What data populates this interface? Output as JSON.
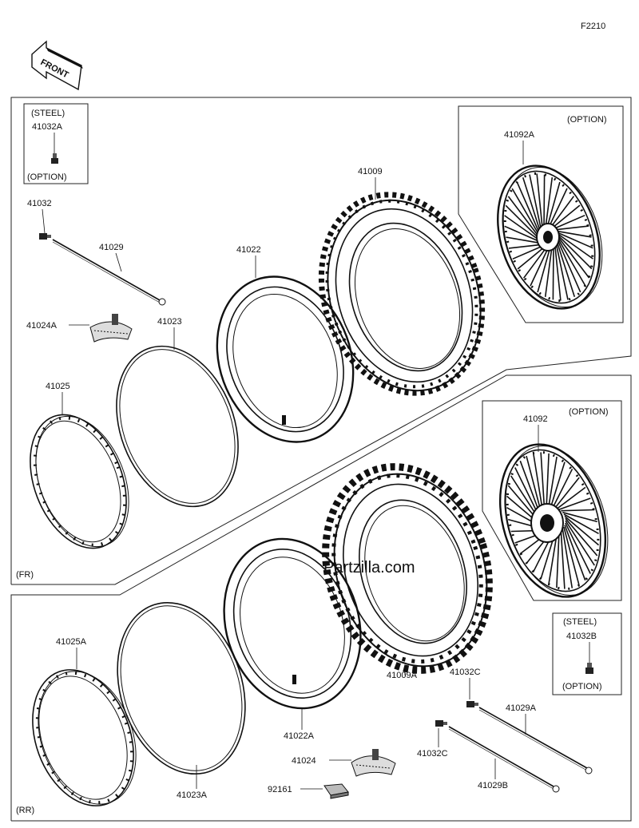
{
  "figure_code": "F2210",
  "front_arrow_label": "FRONT",
  "watermark": "Partzilla.com",
  "front_panel": {
    "tag": "(FR)",
    "steel_box": {
      "title": "(STEEL)",
      "part": "41032A",
      "note": "(OPTION)"
    },
    "option_label": "(OPTION)",
    "parts": {
      "valve": "41032",
      "spoke": "41029",
      "tube": "41022",
      "tire": "41009",
      "wheel": "41092A",
      "rim_band_guard": "41024A",
      "rim_band": "41023",
      "rim": "41025"
    }
  },
  "rear_panel": {
    "tag": "(RR)",
    "steel_box": {
      "title": "(STEEL)",
      "part": "41032B",
      "note": "(OPTION)"
    },
    "option_label": "(OPTION)",
    "parts": {
      "wheel": "41092",
      "rim": "41025A",
      "tire": "41009A",
      "valve_c_top": "41032C",
      "spoke_a": "41029A",
      "tube": "41022A",
      "rim_band_guard": "41024",
      "valve_c_bottom": "41032C",
      "rim_band": "41023A",
      "spoke_b": "41029B",
      "lock": "92161"
    }
  }
}
